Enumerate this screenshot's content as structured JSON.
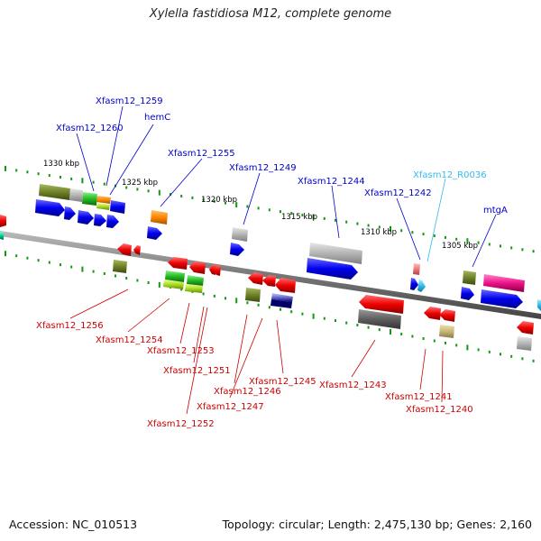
{
  "title": "Xylella fastidiosa M12, complete genome",
  "footer": {
    "accession": "Accession: NC_010513",
    "summary": "Topology: circular; Length: 2,475,130 bp; Genes: 2,160"
  },
  "colors": {
    "forward_label": "#0000cc",
    "reverse_label": "#cc0000",
    "rna_label": "#33bbee",
    "backbone": "#777777",
    "tick": "#119911"
  },
  "scale_labels": [
    "1330 kbp",
    "1325 kbp",
    "1320 kbp",
    "1315 kbp",
    "1310 kbp",
    "1305 kbp"
  ],
  "forward_genes": [
    "Xfasm12_1260",
    "Xfasm12_1259",
    "hemC",
    "Xfasm12_1255",
    "Xfasm12_1249",
    "Xfasm12_1244",
    "Xfasm12_1242",
    "Xfasm12_R0036",
    "mtgA"
  ],
  "reverse_genes": [
    "Xfasm12_1256",
    "Xfasm12_1254",
    "Xfasm12_1253",
    "Xfasm12_1251",
    "Xfasm12_1252",
    "Xfasm12_1246",
    "Xfasm12_1247",
    "Xfasm12_1245",
    "Xfasm12_1243",
    "Xfasm12_1241",
    "Xfasm12_1240"
  ]
}
